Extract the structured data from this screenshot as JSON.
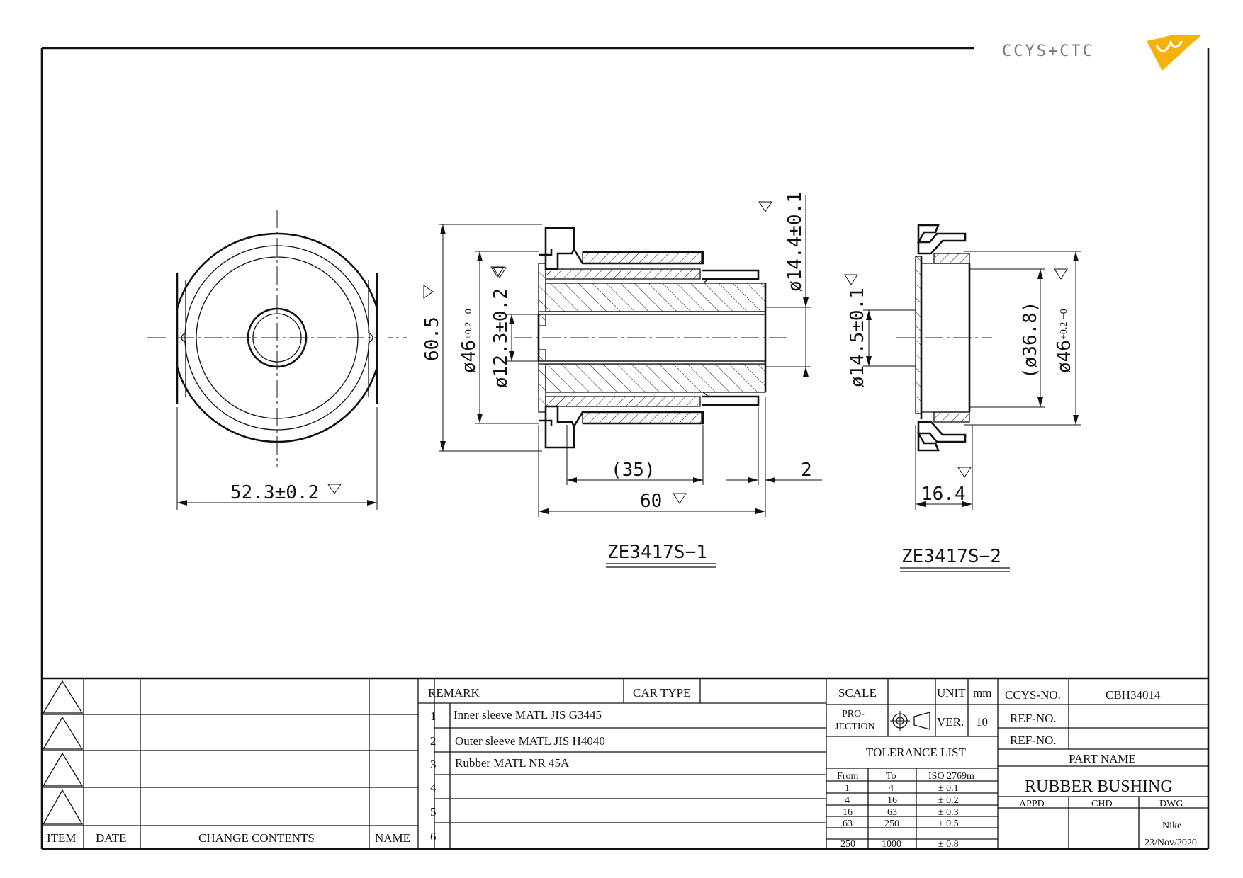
{
  "logo": {
    "text": "CCYS+CTC"
  },
  "views": {
    "front": {
      "dims": {
        "width": "52.3±0.2"
      }
    },
    "part1": {
      "label": "ZE3417S−1",
      "dims": {
        "od_overall": "60.5",
        "od_outer": "ø46",
        "od_outer_tol": "+0.2 −0",
        "id_inner": "ø12.3±0.2",
        "bore": "ø14.4±0.1",
        "inner_len": "(35)",
        "offset": "2",
        "length": "60"
      }
    },
    "part2": {
      "label": "ZE3417S−2",
      "dims": {
        "id": "ø14.5±0.1",
        "mid": "(ø36.8)",
        "od": "ø46",
        "od_tol": "+0.2 −0",
        "length": "16.4"
      }
    }
  },
  "revision_table": {
    "headers": {
      "item": "ITEM",
      "date": "DATE",
      "contents": "CHANGE CONTENTS",
      "name": "NAME"
    }
  },
  "remarks": {
    "header": "REMARK",
    "car_type": "CAR TYPE",
    "rows": [
      {
        "no": "1",
        "text": "Inner sleeve MATL JIS G3445"
      },
      {
        "no": "2",
        "text": "Outer sleeve MATL JIS H4040"
      },
      {
        "no": "3",
        "text": "Rubber MATL NR 45A"
      },
      {
        "no": "4",
        "text": ""
      },
      {
        "no": "5",
        "text": ""
      },
      {
        "no": "6",
        "text": ""
      }
    ]
  },
  "info": {
    "scale": "SCALE",
    "unit": "UNIT",
    "unit_value": "mm",
    "projection_1": "PRO-",
    "projection_2": "JECTION",
    "ver": "VER.",
    "ver_value": "10",
    "tolerance_title": "TOLERANCE LIST",
    "tolerance_headers": [
      "From",
      "To",
      "ISO 2769m"
    ],
    "tolerance_rows": [
      [
        "1",
        "4",
        "± 0.1"
      ],
      [
        "4",
        "16",
        "± 0.2"
      ],
      [
        "16",
        "63",
        "± 0.3"
      ],
      [
        "63",
        "250",
        "± 0.5"
      ],
      [
        "250",
        "1000",
        "± 0.8"
      ]
    ]
  },
  "title_block": {
    "ccys_no_label": "CCYS-NO.",
    "ccys_no": "CBH34014",
    "ref_no_1": "REF-NO.",
    "ref_no_2": "REF-NO.",
    "part_name_label": "PART NAME",
    "part_name": "RUBBER BUSHING",
    "appd": "APPD",
    "chd": "CHD",
    "dwg": "DWG",
    "drawer": "Nike",
    "date": "23/Nov/2020"
  }
}
